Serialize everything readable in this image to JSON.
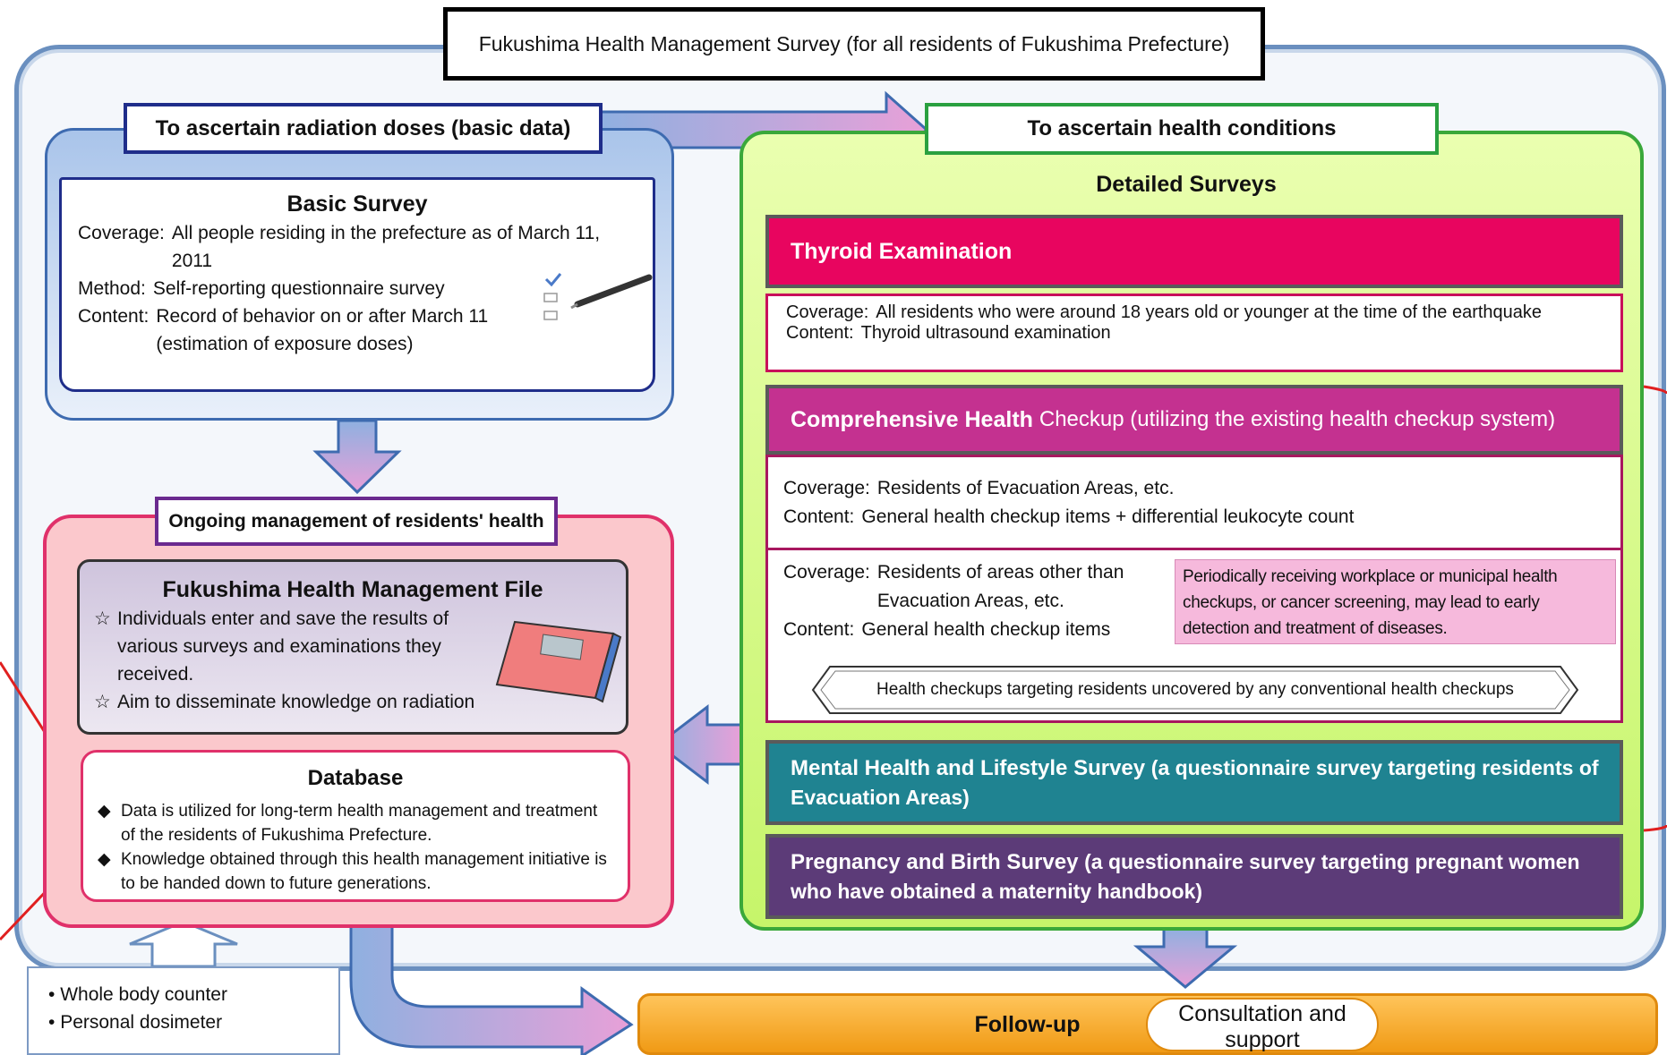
{
  "title": "Fukushima Health Management Survey (for all residents of Fukushima Prefecture)",
  "radiation": {
    "header": "To ascertain radiation doses (basic data)",
    "basic_survey": {
      "title": "Basic Survey",
      "coverage_key": "Coverage:",
      "coverage": "All people residing in the prefecture  as of March 11, 2011",
      "method_key": "Method:",
      "method": "Self-reporting questionnaire survey",
      "content_key": "Content:",
      "content": "Record of behavior on or after March 11 (estimation of exposure doses)"
    }
  },
  "ongoing": {
    "header": "Ongoing management of residents' health",
    "file": {
      "title": "Fukushima Health Management File",
      "star": "☆",
      "items": [
        "Individuals enter and save the results of various surveys and examinations they received.",
        "Aim to disseminate knowledge on radiation"
      ]
    },
    "database": {
      "title": "Database",
      "mark": "◆",
      "items": [
        "Data is utilized for long-term health management and treatment of the residents of Fukushima Prefecture.",
        "Knowledge obtained through this health management initiative is to be handed down to future generations."
      ]
    }
  },
  "devices": [
    "Whole body counter",
    "Personal dosimeter"
  ],
  "health": {
    "header": "To ascertain health conditions",
    "detailed": "Detailed Surveys",
    "thyroid": {
      "title": "Thyroid Examination",
      "coverage_key": "Coverage:",
      "coverage": "All residents who were  around 18 years old or younger  at the  time of the earthquake",
      "content_key": "Content:",
      "content": "Thyroid ultrasound examination"
    },
    "comprehensive": {
      "title_bold": "Comprehensive Health",
      "title_rest": "Checkup (utilizing the existing  health checkup system)",
      "group1": {
        "coverage_key": "Coverage:",
        "coverage": "Residents of Evacuation Areas, etc.",
        "content_key": "Content:",
        "content": "General health checkup items + differential leukocyte count"
      },
      "group2": {
        "coverage_key": "Coverage:",
        "coverage": "Residents of areas other than Evacuation Areas, etc.",
        "content_key": "Content:",
        "content": "General health checkup items"
      },
      "note": "Periodically receiving workplace or municipal health checkups, or cancer screening, may lead to early detection and treatment of diseases.",
      "uncovered": "Health checkups targeting residents uncovered by any conventional health checkups"
    },
    "mental": {
      "title_bold": "Mental Health and Lifestyle Survey",
      "title_rest": "(a questionnaire survey targeting residents of Evacuation Areas)"
    },
    "pregnancy": {
      "title_bold": "Pregnancy and Birth Survey",
      "title_rest": "(a questionnaire survey targeting pregnant women who have obtained a maternity handbook)"
    }
  },
  "followup": {
    "label": "Follow-up",
    "consult": "Consultation and support"
  },
  "colors": {
    "outer_border": "#6a8fbf",
    "pink_border": "#e0316a",
    "green_border": "#3aa83a",
    "thyroid": "#e8055f",
    "comprehensive": "#c43190",
    "mental": "#1f8391",
    "pregnancy": "#5c3b78",
    "followup": "#f4a11c"
  }
}
